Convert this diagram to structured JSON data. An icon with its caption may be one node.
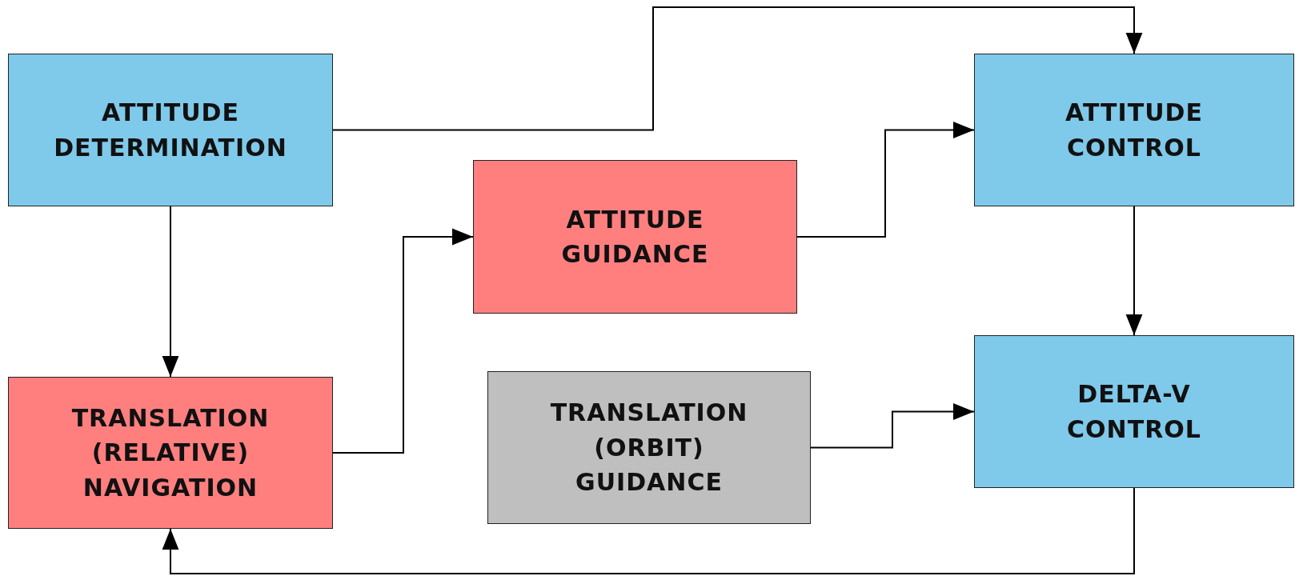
{
  "diagram": {
    "nodes": [
      {
        "text": [
          "ATTITUDE DETERMINATION"
        ]
      },
      {
        "text": [
          "ATTITUDE GUIDANCE"
        ]
      },
      {
        "text": [
          "ATTITUDE CONTROL"
        ]
      },
      {
        "text": [
          "TRANSLATION (RELATIVE) NAVIGATION"
        ]
      },
      {
        "text": [
          "TRANSLATION (ORBIT) GUIDANCE"
        ]
      },
      {
        "text": [
          "DELTA-V CONTROL"
        ]
      }
    ],
    "edges": [
      {
        "from": 0,
        "to": 2,
        "arrow": "to"
      },
      {
        "from": 0,
        "to": 3,
        "arrow": "to"
      },
      {
        "from": 3,
        "to": 1,
        "arrow": "to"
      },
      {
        "from": 1,
        "to": 2,
        "arrow": "to"
      },
      {
        "from": 2,
        "to": 5,
        "arrow": "to"
      },
      {
        "from": 4,
        "to": 5,
        "arrow": "to"
      },
      {
        "from": 5,
        "to": 3,
        "arrow": "to"
      }
    ]
  }
}
